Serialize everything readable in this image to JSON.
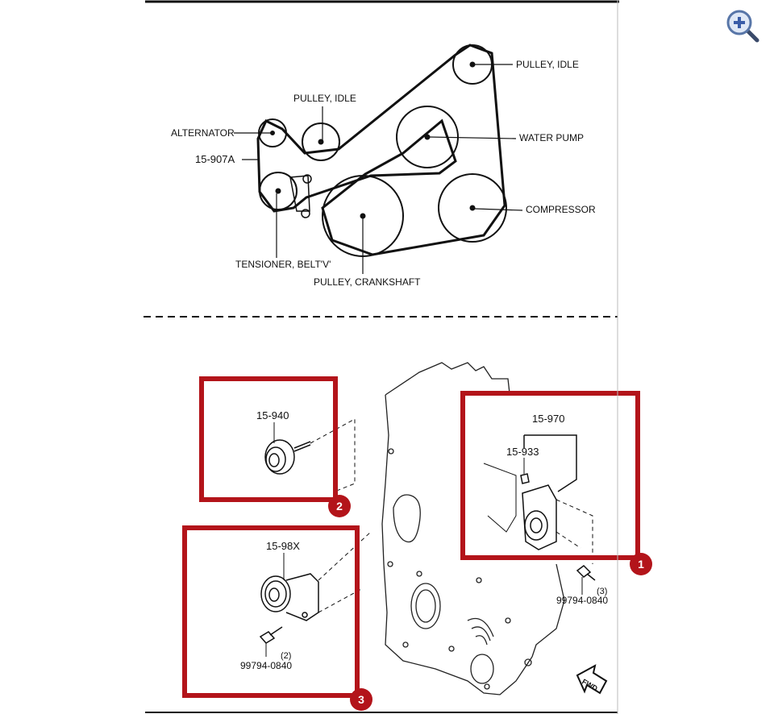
{
  "belt_diagram": {
    "pulley_idle_top": "PULLEY, IDLE",
    "pulley_idle_mid": "PULLEY, IDLE",
    "water_pump": "WATER PUMP",
    "compressor": "COMPRESSOR",
    "alternator": "ALTERNATOR",
    "belt_part": "15-907A",
    "tensioner": "TENSIONER, BELT'V'",
    "crankshaft": "PULLEY, CRANKSHAFT"
  },
  "exploded_view": {
    "idler_part": "15-940",
    "tensioner_part": "15-98X",
    "bolt_part_left": "99794-0840",
    "bolt_qty_left": "(2)",
    "assembly_part": "15-970",
    "subpart": "15-933",
    "bolt_part_right": "99794-0840",
    "bolt_qty_right": "(3)",
    "fwd_label": "FWD"
  },
  "callouts": [
    {
      "number": "1"
    },
    {
      "number": "2"
    },
    {
      "number": "3"
    }
  ],
  "colors": {
    "highlight": "#b3141a",
    "line": "#111111"
  },
  "icons": {
    "zoom": "zoom-in-icon"
  }
}
